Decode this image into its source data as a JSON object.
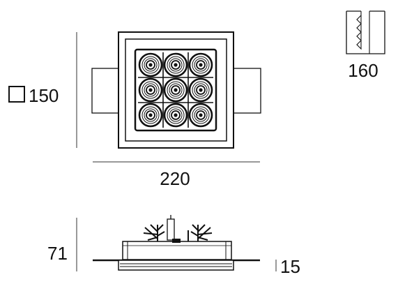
{
  "front_view": {
    "size_label": "150",
    "width_label": "220",
    "grid": {
      "rows": 3,
      "cols": 3
    }
  },
  "cutout_icon": {
    "label": "160"
  },
  "side_view": {
    "height_label": "71",
    "flange_label": "15"
  }
}
